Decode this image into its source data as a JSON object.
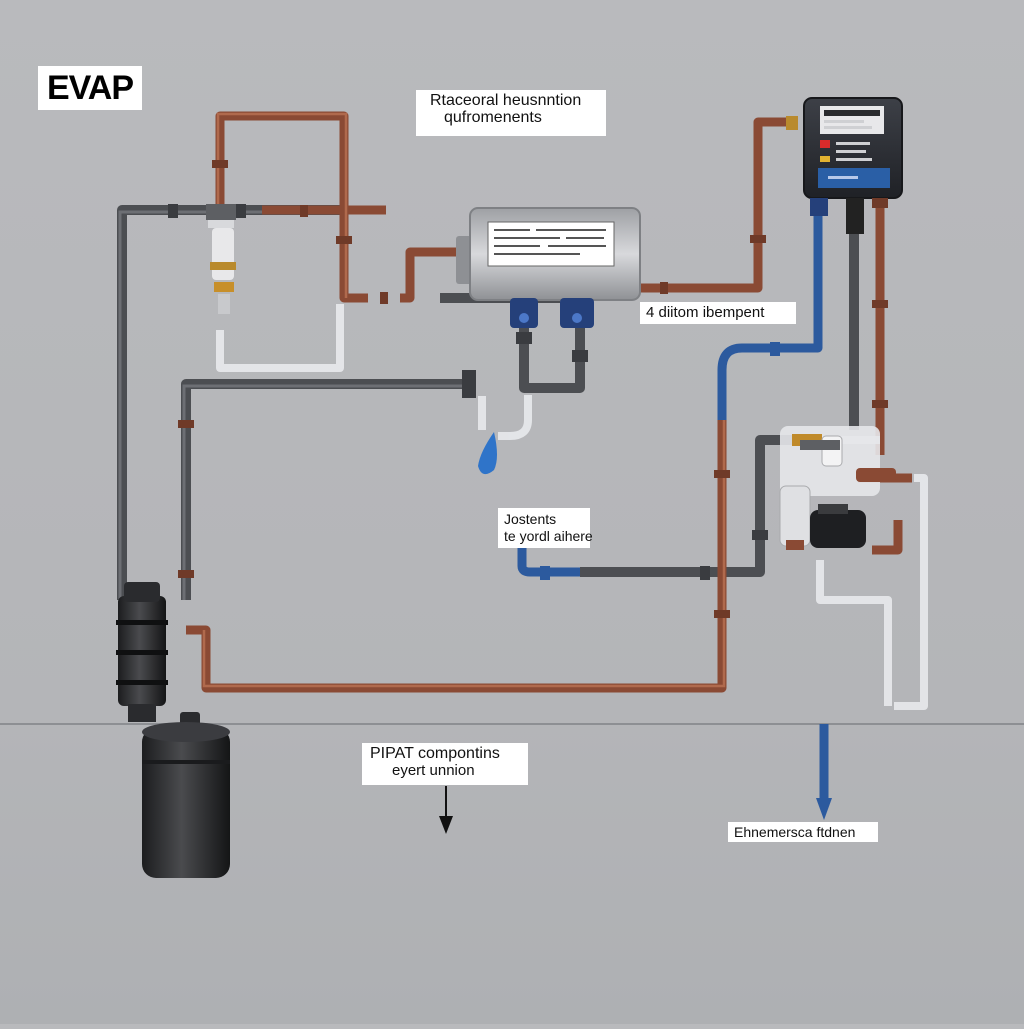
{
  "title": "EVAP",
  "labels": {
    "top": {
      "line1": "Rtaceoral heusnntion",
      "line2": "qufromenents"
    },
    "right": "4 diitom ibempent",
    "middle": {
      "line1": "Jostents",
      "line2": "te yordl aihere"
    },
    "bottom": {
      "line1": "PIPAT compontins",
      "line2": "eyert unnion"
    },
    "bottom_right": "Ehnemersca ftdnen"
  },
  "colors": {
    "background": "#b7b8bb",
    "copper": "#8a4a34",
    "dark_pipe": "#4c4e52",
    "blue_pipe": "#2c5a9e",
    "white_pipe": "#e6e7ea"
  },
  "icons": [
    "canister-icon",
    "control-module-icon",
    "purge-valve-icon",
    "sensor-module-icon",
    "vent-valve-icon",
    "fuel-tank-icon",
    "water-drop-icon",
    "down-arrow-icon"
  ]
}
